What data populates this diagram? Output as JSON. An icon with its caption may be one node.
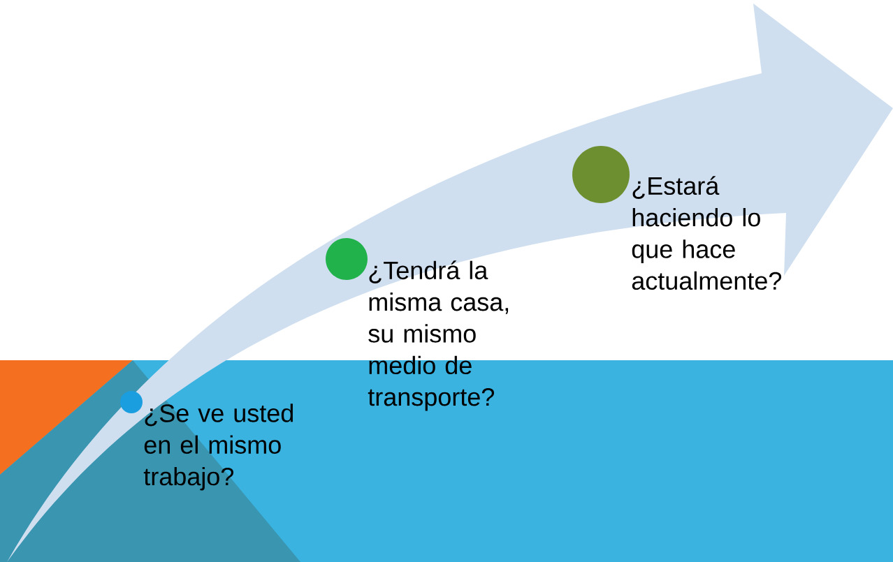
{
  "diagram": {
    "nodes": [
      {
        "text": [
          "¿Se ve usted en el mismo trabajo?"
        ]
      },
      {
        "text": [
          "¿Tendrá la misma casa, su mismo medio de transporte?"
        ]
      },
      {
        "text": [
          "¿Estará haciendo lo que hace actualmente?"
        ]
      }
    ]
  }
}
